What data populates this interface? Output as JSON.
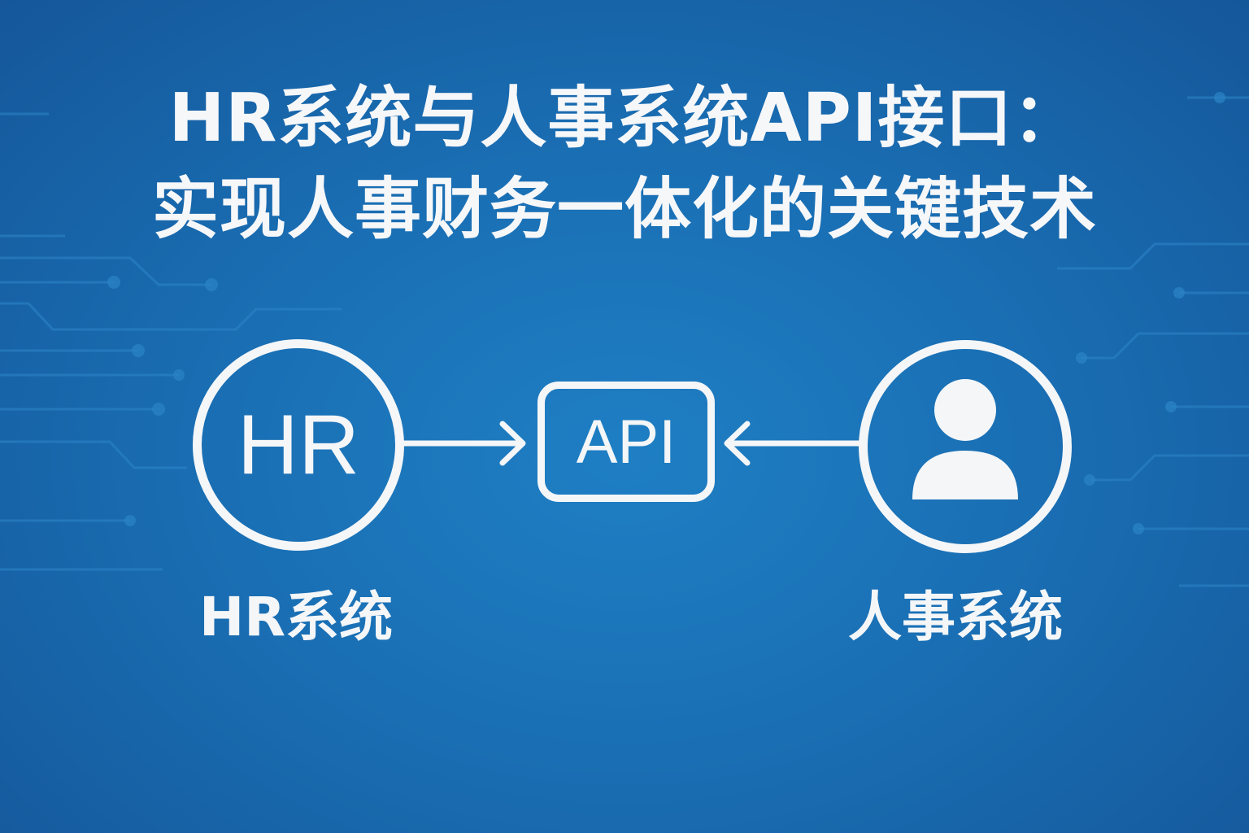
{
  "title": {
    "line1": "HR系统与人事系统API接口：",
    "line2": "实现人事财务一体化的关键技术"
  },
  "diagram": {
    "hr_node": "HR",
    "api_node": "API",
    "hr_label": "HR系统",
    "personnel_label": "人事系统"
  },
  "colors": {
    "background": "#1a6fb4",
    "foreground": "#f4f6f8"
  }
}
